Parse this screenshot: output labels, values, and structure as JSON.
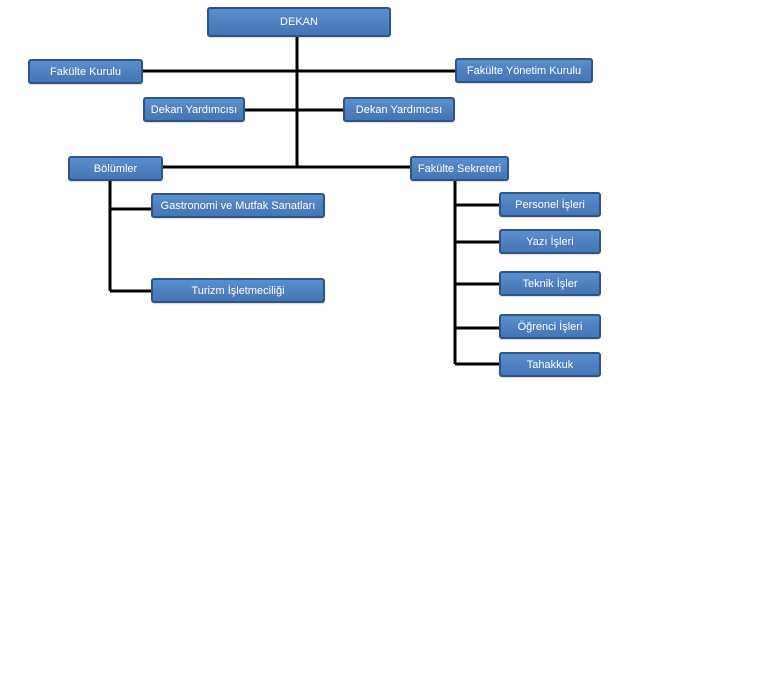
{
  "colors": {
    "node_fill": "#4f81bd",
    "node_border": "#2e5583",
    "node_text": "#ffffff",
    "connector": "#000000"
  },
  "nodes": {
    "dekan": "DEKAN",
    "fakulte_kurulu": "Fakülte Kurulu",
    "fakulte_yonetim_kurulu": "Fakülte Yönetim  Kurulu",
    "dekan_yardimcisi_1": "Dekan Yardımcısı",
    "dekan_yardimcisi_2": "Dekan Yardımcısı",
    "bolumler": "Bölümler",
    "fakulte_sekreteri": "Fakülte Sekreteri",
    "gastronomi": "Gastronomi ve Mutfak Sanatları",
    "turizm": "Turizm İşletmeciliği",
    "personel": "Personel İşleri",
    "yazi": "Yazı İşleri",
    "teknik": "Teknik İşler",
    "ogrenci": "Öğrenci İşleri",
    "tahakkuk": "Tahakkuk"
  }
}
